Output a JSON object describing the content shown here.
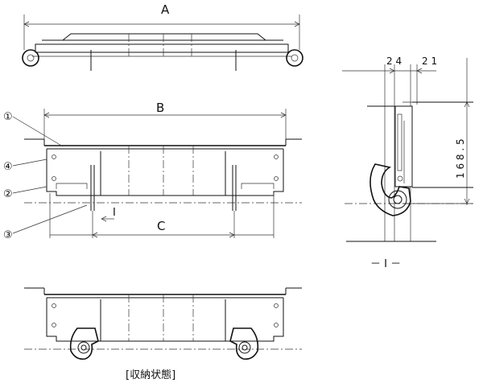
{
  "dimensions": {
    "a": "A",
    "b": "B",
    "c": "C",
    "section_marker": "I",
    "depth_top_left": "2 4",
    "depth_top_right": "2 1",
    "height": "1 6 8 . 5"
  },
  "callouts": [
    "①",
    "④",
    "②",
    "③"
  ],
  "section_caption": "－ I －",
  "storage_caption": "[収納状態]"
}
